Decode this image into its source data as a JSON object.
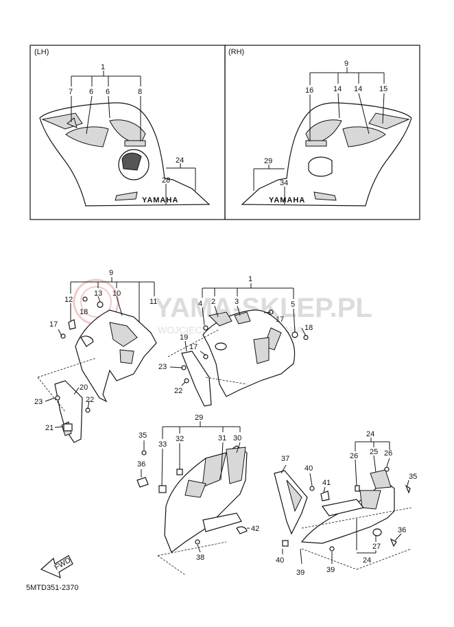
{
  "boxes": {
    "lh": "(LH)",
    "rh": "(RH)"
  },
  "brand_text": "YAMAHA",
  "watermark": {
    "line1": "YAMA-SKLEP.PL",
    "line2": "WOJCIECH ... DEALER YAMAHA"
  },
  "fwd_label": "FWD",
  "diagram_code": "5MTD351-2370",
  "labels": {
    "lh_1": "1",
    "lh_7": "7",
    "lh_6a": "6",
    "lh_6b": "6",
    "lh_8": "8",
    "lh_24": "24",
    "lh_28": "28",
    "rh_9": "9",
    "rh_16": "16",
    "rh_14a": "14",
    "rh_14b": "14",
    "rh_15": "15",
    "rh_29": "29",
    "rh_34": "34",
    "a_9": "9",
    "a_12": "12",
    "a_13": "13",
    "a_10": "10",
    "a_11": "11",
    "a_18": "18",
    "a_17": "17",
    "a_20": "20",
    "a_23": "23",
    "a_22": "22",
    "a_21": "21",
    "b_1": "1",
    "b_4": "4",
    "b_2": "2",
    "b_3": "3",
    "b_5": "5",
    "b_17a": "17",
    "b_18": "18",
    "b_19": "19",
    "b_17b": "17",
    "b_23": "23",
    "b_22": "22",
    "c_29": "29",
    "c_35": "35",
    "c_33": "33",
    "c_32": "32",
    "c_31": "31",
    "c_30": "30",
    "c_36": "36",
    "c_42": "42",
    "c_38": "38",
    "d_24a": "24",
    "d_37": "37",
    "d_26a": "26",
    "d_25": "25",
    "d_26b": "26",
    "d_40a": "40",
    "d_41": "41",
    "d_35": "35",
    "d_36": "36",
    "d_27": "27",
    "d_40b": "40",
    "d_39a": "39",
    "d_39b": "39",
    "d_24b": "24"
  }
}
